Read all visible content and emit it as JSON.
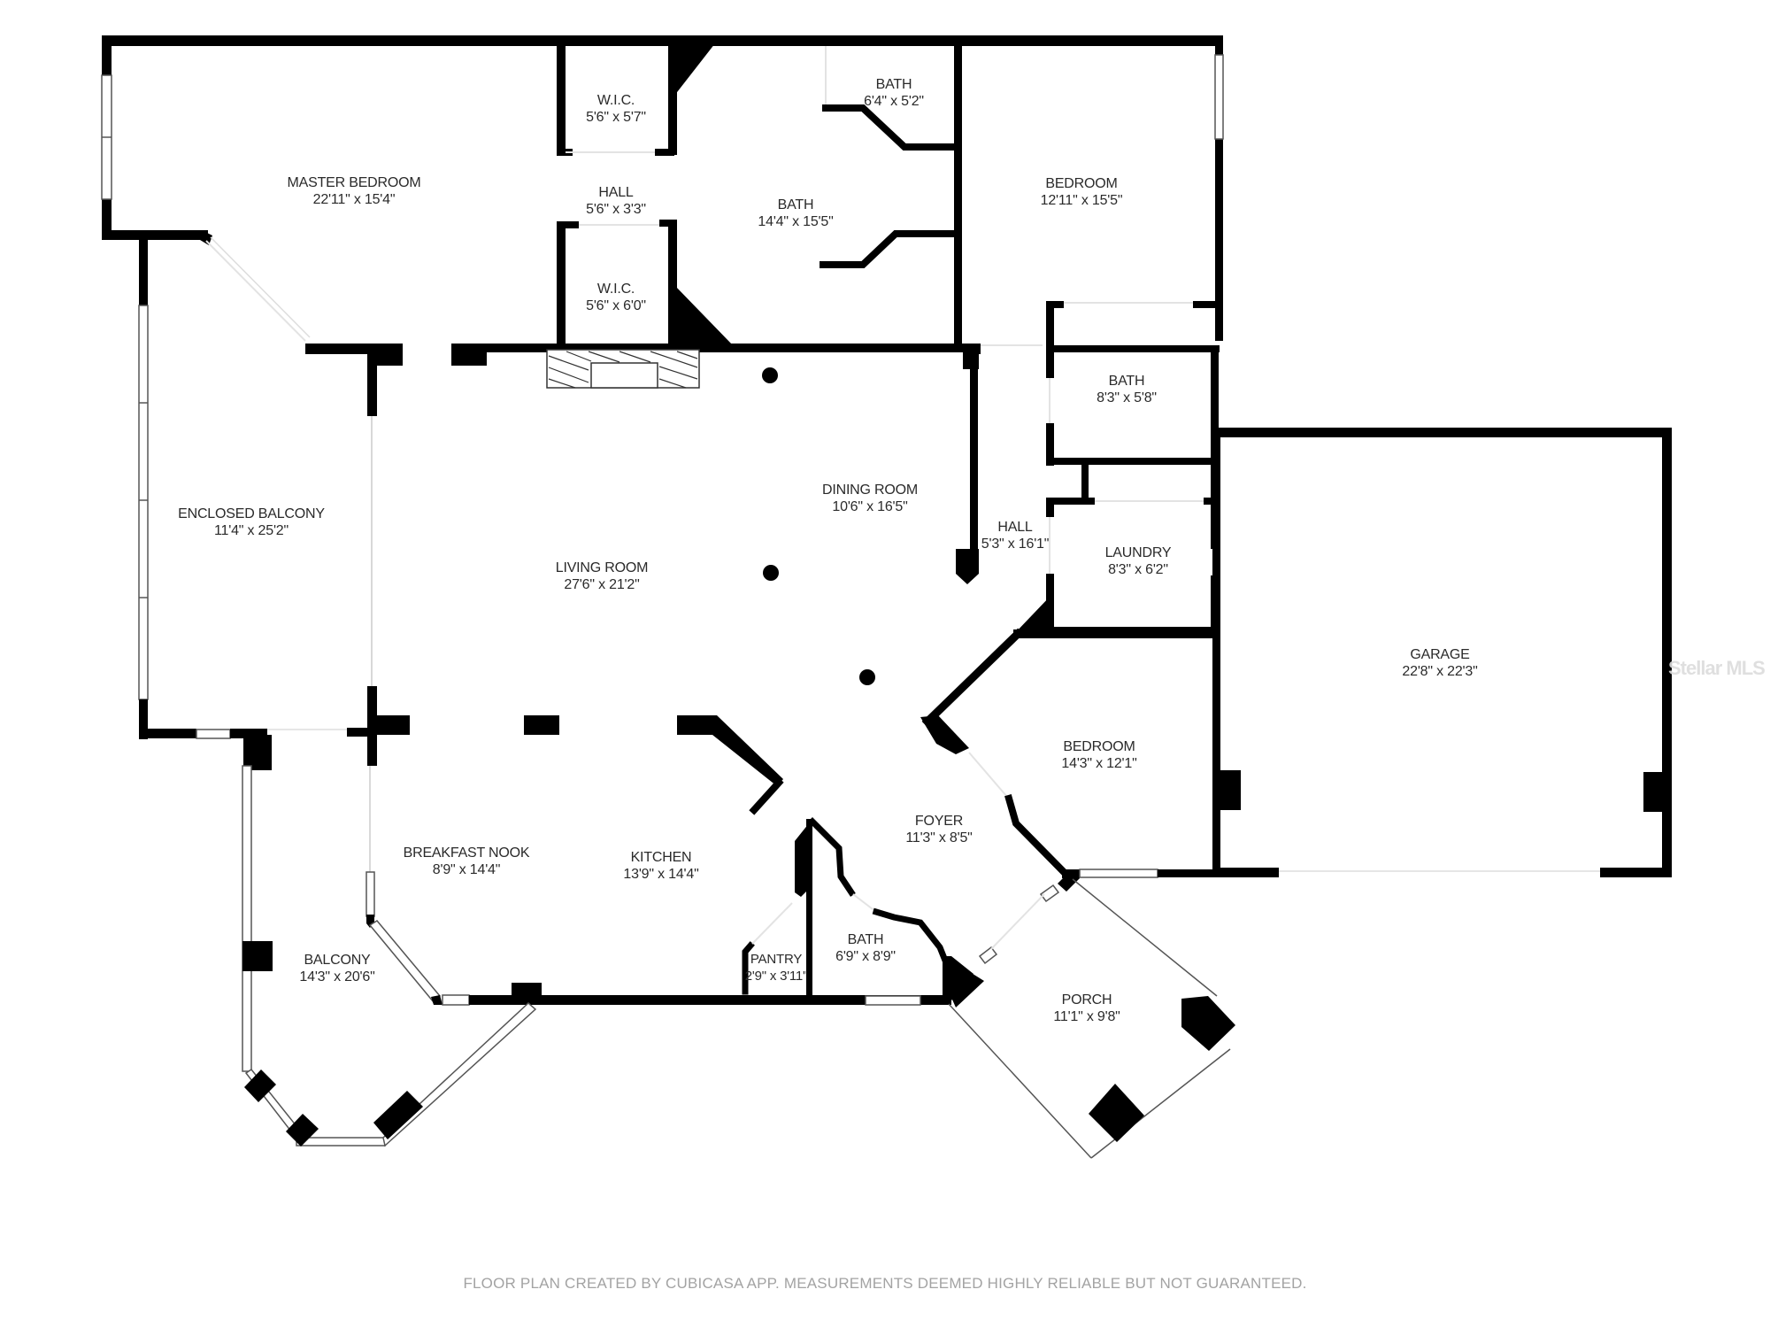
{
  "plan": {
    "rooms": [
      {
        "id": "master-bedroom",
        "name": "MASTER BEDROOM",
        "dims": "22'11\" x 15'4\""
      },
      {
        "id": "wic-upper",
        "name": "W.I.C.",
        "dims": "5'6\" x 5'7\""
      },
      {
        "id": "hall-closets",
        "name": "HALL",
        "dims": "5'6\" x 3'3\""
      },
      {
        "id": "wic-lower",
        "name": "W.I.C.",
        "dims": "5'6\" x 6'0\""
      },
      {
        "id": "master-bath",
        "name": "BATH",
        "dims": "14'4\" x 15'5\""
      },
      {
        "id": "bath-small",
        "name": "BATH",
        "dims": "6'4\" x 5'2\""
      },
      {
        "id": "bedroom-ne",
        "name": "BEDROOM",
        "dims": "12'11\" x 15'5\""
      },
      {
        "id": "bath-hall",
        "name": "BATH",
        "dims": "8'3\" x 5'8\""
      },
      {
        "id": "enclosed-balcony",
        "name": "ENCLOSED BALCONY",
        "dims": "11'4\" x 25'2\""
      },
      {
        "id": "dining-room",
        "name": "DINING ROOM",
        "dims": "10'6\" x 16'5\""
      },
      {
        "id": "hall-east",
        "name": "HALL",
        "dims": "5'3\" x 16'1\""
      },
      {
        "id": "living-room",
        "name": "LIVING ROOM",
        "dims": "27'6\" x 21'2\""
      },
      {
        "id": "laundry",
        "name": "LAUNDRY",
        "dims": "8'3\" x 6'2\""
      },
      {
        "id": "garage",
        "name": "GARAGE",
        "dims": "22'8\" x 22'3\""
      },
      {
        "id": "bedroom-se",
        "name": "BEDROOM",
        "dims": "14'3\" x 12'1\""
      },
      {
        "id": "foyer",
        "name": "FOYER",
        "dims": "11'3\" x 8'5\""
      },
      {
        "id": "breakfast-nook",
        "name": "BREAKFAST NOOK",
        "dims": "8'9\" x 14'4\""
      },
      {
        "id": "kitchen",
        "name": "KITCHEN",
        "dims": "13'9\" x 14'4\""
      },
      {
        "id": "balcony",
        "name": "BALCONY",
        "dims": "14'3\" x 20'6\""
      },
      {
        "id": "pantry",
        "name": "PANTRY",
        "dims": "2'9\" x 3'11\""
      },
      {
        "id": "bath-foyer",
        "name": "BATH",
        "dims": "6'9\" x 8'9\""
      },
      {
        "id": "porch",
        "name": "PORCH",
        "dims": "11'1\" x 9'8\""
      }
    ]
  },
  "footer": "FLOOR PLAN CREATED BY CUBICASA APP. MEASUREMENTS DEEMED HIGHLY RELIABLE BUT NOT GUARANTEED.",
  "watermark": "Stellar MLS",
  "colors": {
    "wall": "#000000",
    "background": "#ffffff",
    "label": "#2a2a2a",
    "footer": "#a3a3a3"
  }
}
